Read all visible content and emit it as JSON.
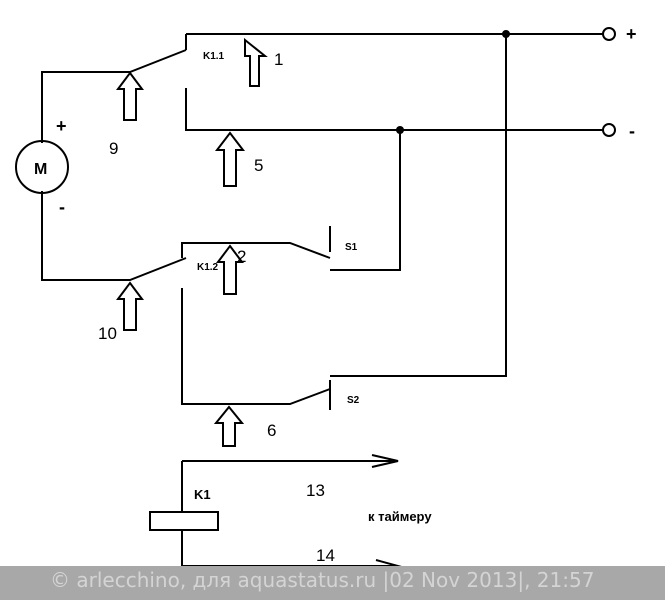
{
  "diagram": {
    "terminal_plus": "+",
    "terminal_minus": "-",
    "motor_label": "M",
    "motor_plus": "+",
    "motor_minus": "-",
    "contact_k11": "K1.1",
    "contact_k12": "K1.2",
    "switch_s1": "S1",
    "switch_s2": "S2",
    "relay_k1": "K1",
    "timer_label": "к таймеру",
    "points": [
      "1",
      "2",
      "5",
      "6",
      "9",
      "10",
      "13",
      "14"
    ]
  },
  "watermark": "© arlecchino, для aquastatus.ru |02 Nov 2013|, 21:57"
}
